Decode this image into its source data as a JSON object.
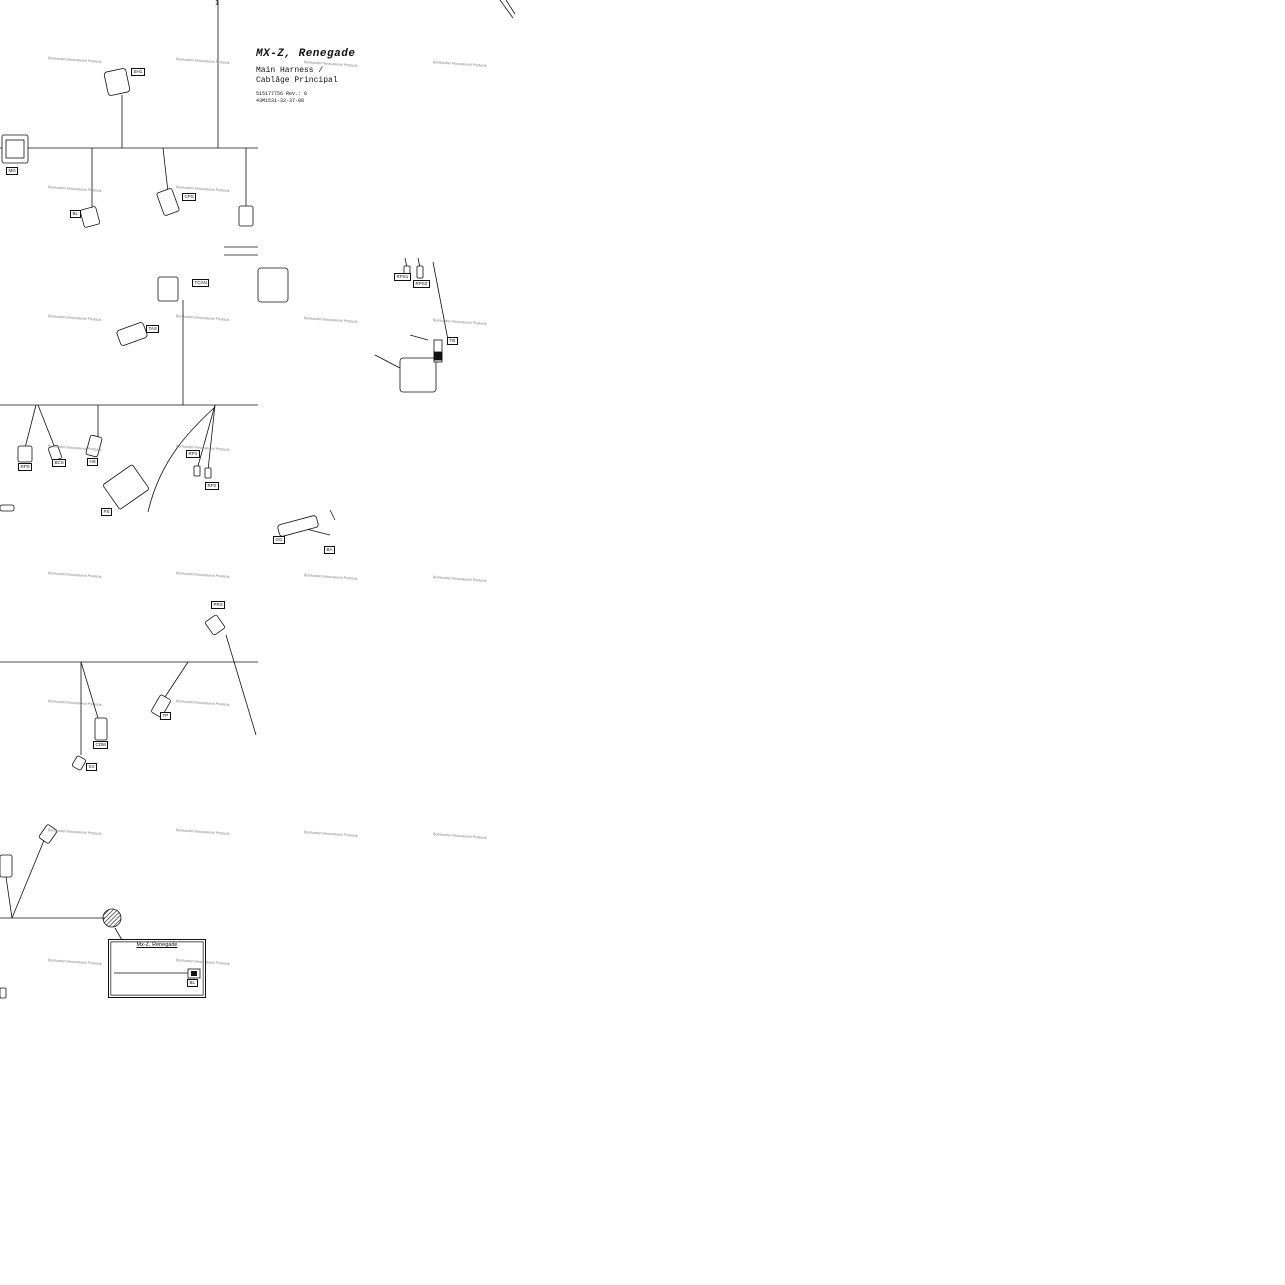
{
  "sheet_number": "1",
  "title_block": {
    "model": "MX-Z, Renegade",
    "harness_en": "Main Harness /",
    "harness_fr": "Cablâge Principal",
    "part_number": "515177756 Rev.: 0",
    "doc_code": "43M1531-32-37-08"
  },
  "watermark": "Bombardier Recreational Products",
  "connector_tags": [
    "SH1",
    "MG",
    "BL",
    "CPS",
    "TCAN",
    "TAS",
    "RPS",
    "BCS",
    "HS",
    "PS",
    "RP1",
    "RP2",
    "RPS1",
    "RPS2",
    "TB",
    "GG",
    "BA",
    "PRS",
    "CDM",
    "TP",
    "SV"
  ],
  "inset": {
    "title": "Mx-Z, Renegade",
    "tag": "BL"
  }
}
